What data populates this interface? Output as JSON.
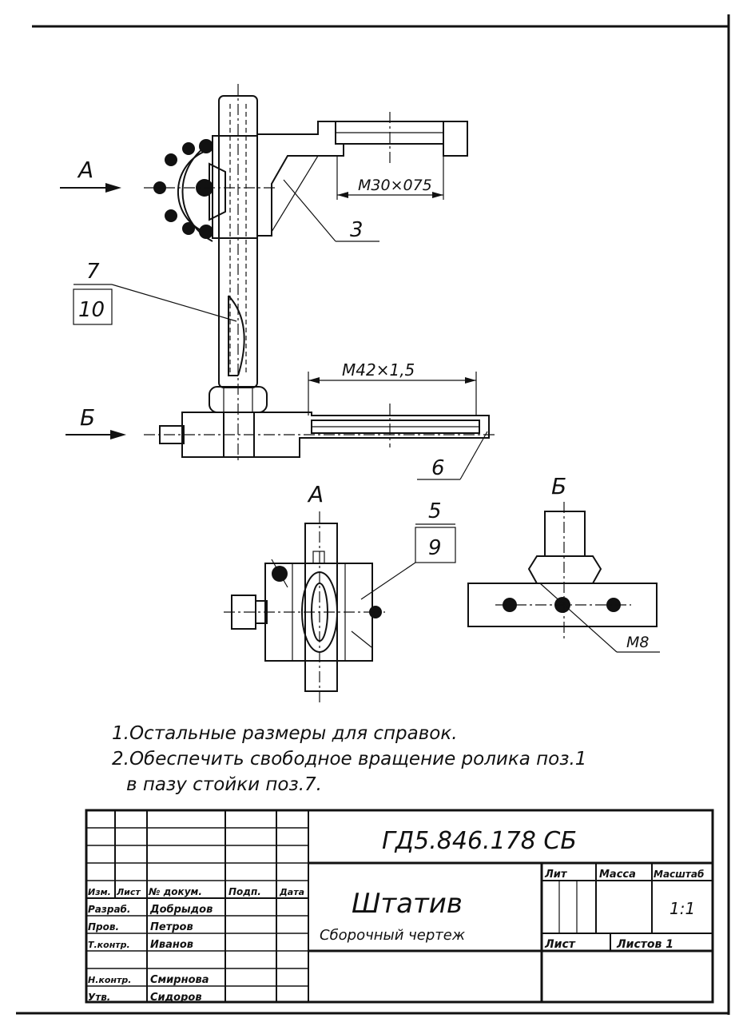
{
  "callouts": {
    "view_a": "А",
    "view_b": "Б",
    "pos_3": "3",
    "pos_7": "7",
    "pos_10": "10",
    "pos_6": "6",
    "pos_5": "5",
    "pos_9": "9"
  },
  "dimensions": {
    "thread_top": "М30×075",
    "thread_bottom": "М42×1,5",
    "thread_view_b": "М8"
  },
  "notes": [
    "1.Остальные размеры для справок.",
    "2.Обеспечить свободное вращение ролика поз.1",
    "в пазу стойки поз.7."
  ],
  "title_block": {
    "designation": "ГД5.846.178 СБ",
    "name": "Штатив",
    "doc_type": "Сборочный чертеж",
    "col_headers": [
      "Изм.",
      "Лист",
      "№ докум.",
      "Подп.",
      "Дата"
    ],
    "roles": [
      "Разраб.",
      "Пров.",
      "Т.контр.",
      "Н.контр.",
      "Утв."
    ],
    "people": [
      "Добрыдов",
      "Петров",
      "Иванов",
      "Смирнова",
      "Сидоров"
    ],
    "lit_label": "Лит",
    "mass_label": "Масса",
    "scale_label": "Масштаб",
    "scale": "1:1",
    "sheet_label": "Лист",
    "sheets_label": "Листов 1"
  }
}
